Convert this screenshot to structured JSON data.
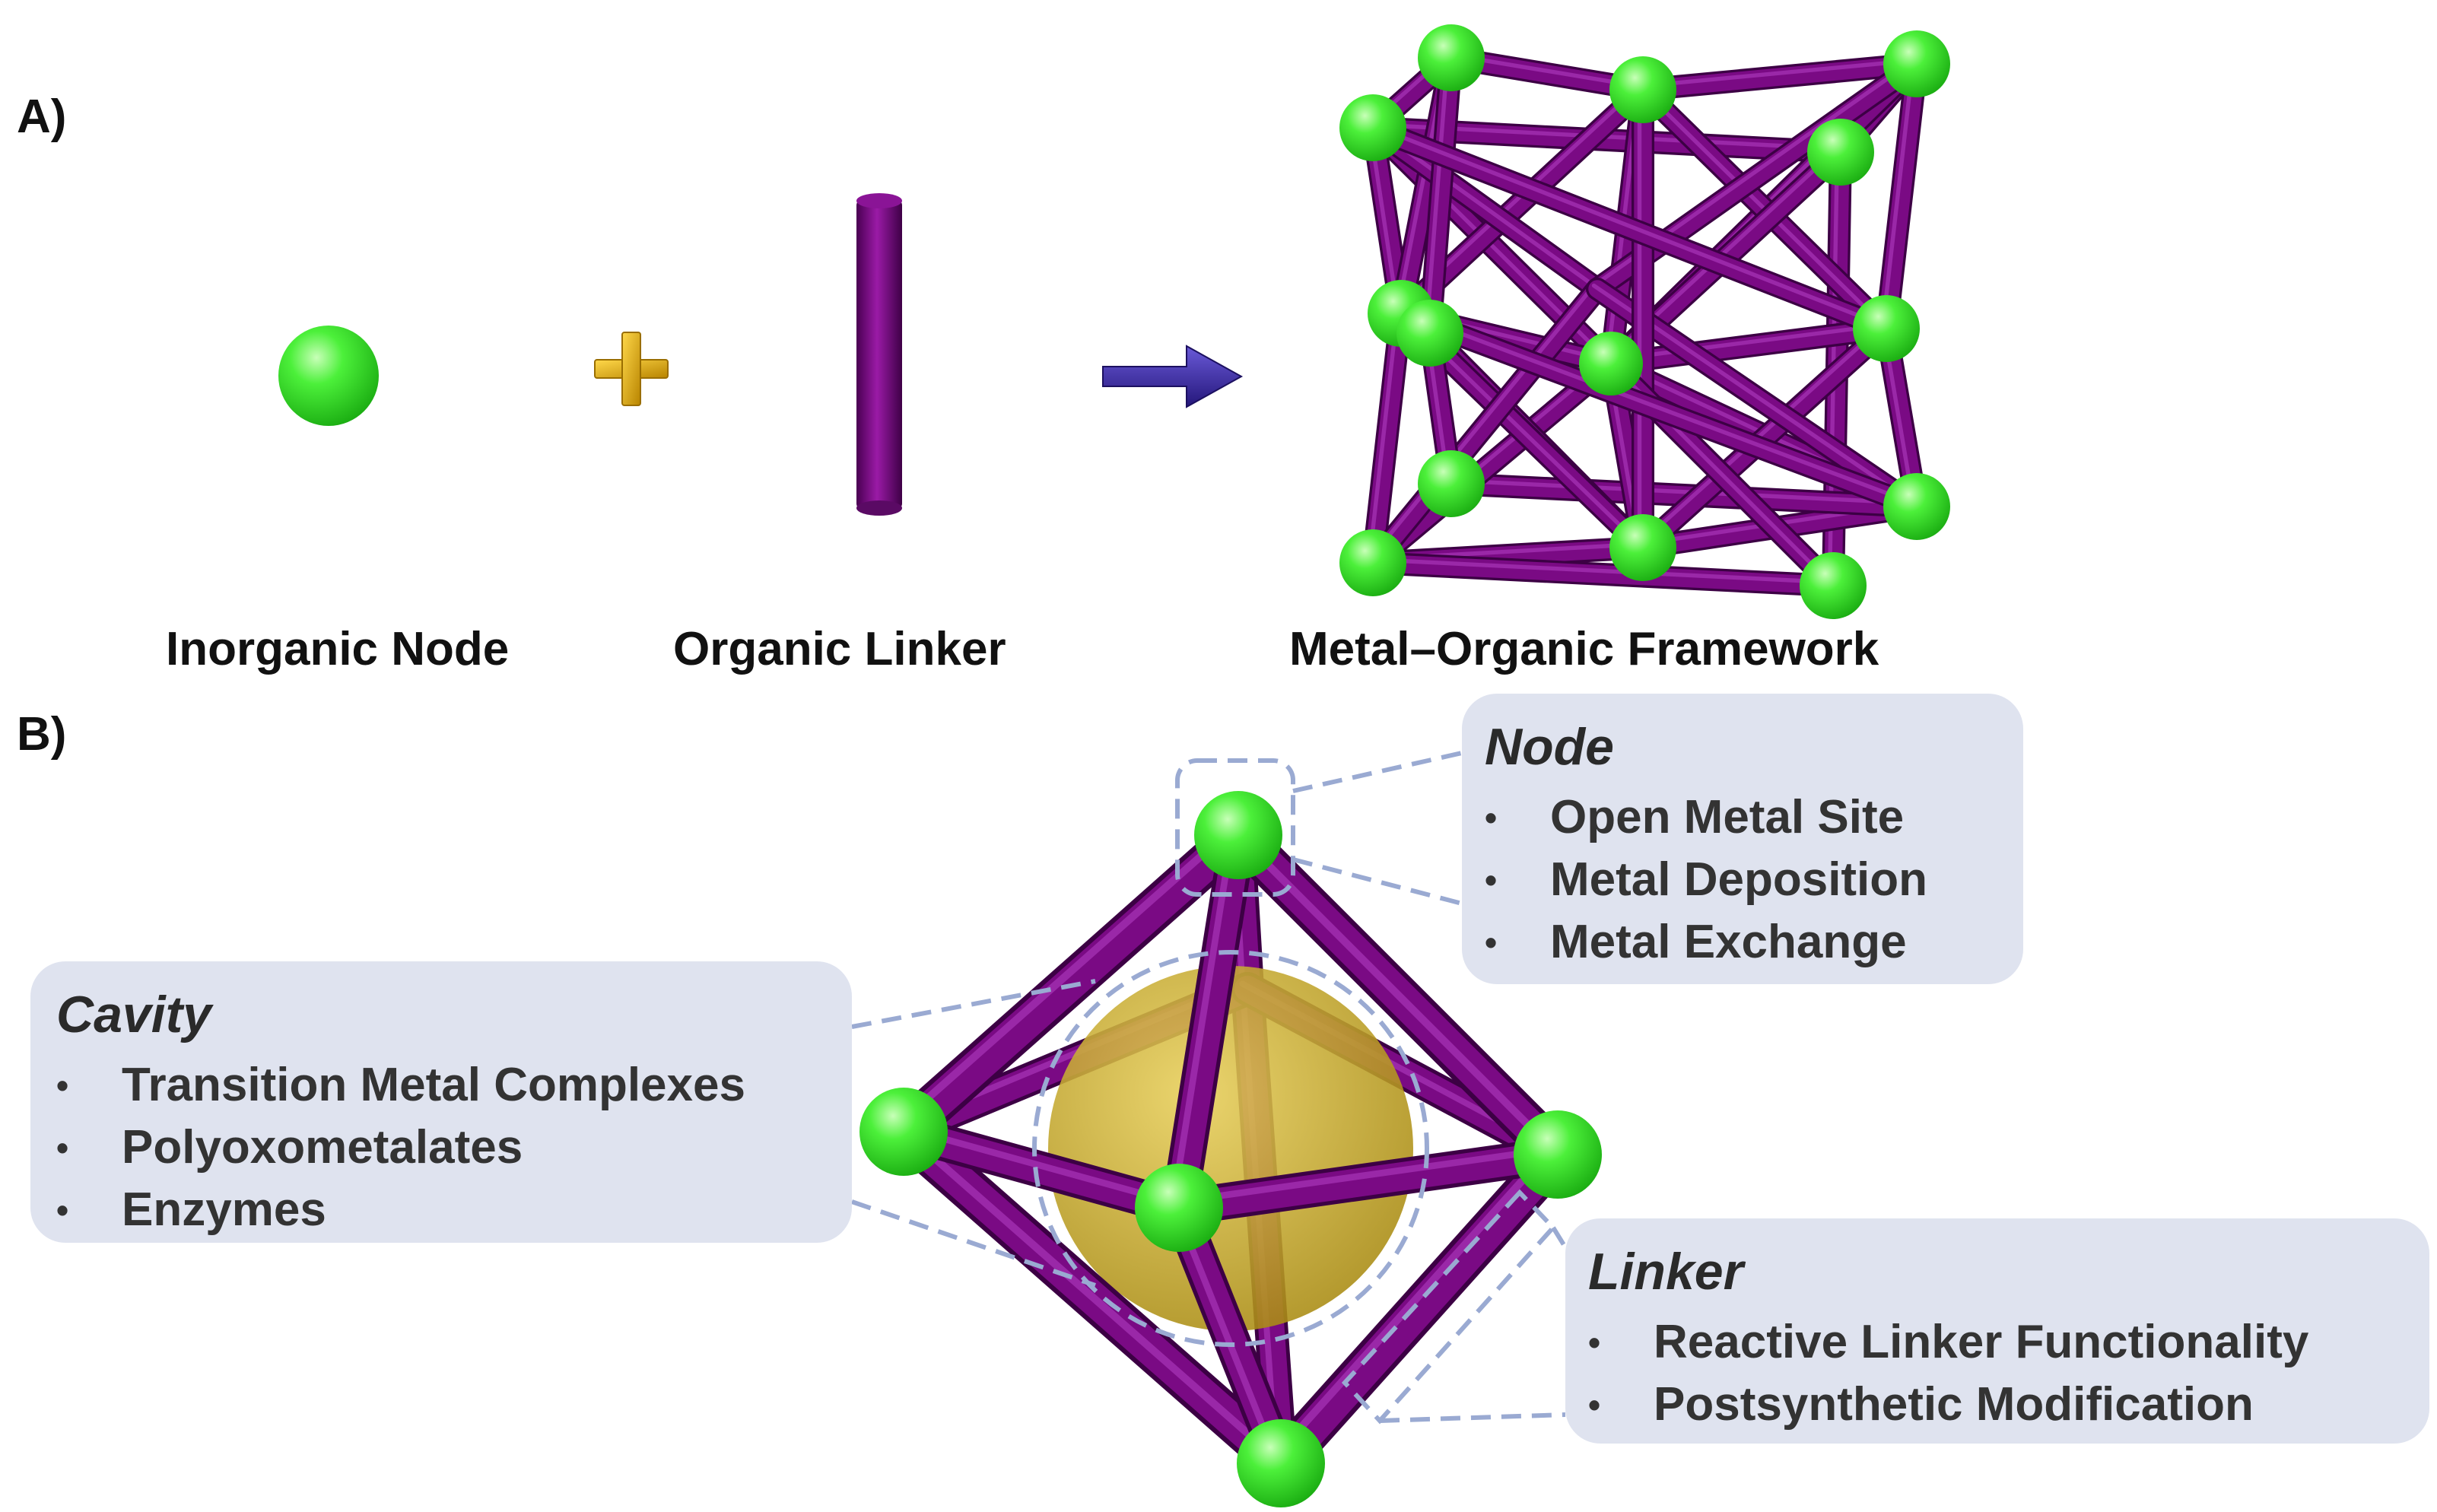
{
  "panel_a": {
    "letter": "A)",
    "labels": {
      "node": "Inorganic Node",
      "linker": "Organic Linker",
      "framework": "Metal–Organic Framework"
    }
  },
  "panel_b": {
    "letter": "B)",
    "node_box": {
      "title": "Node",
      "items": [
        "Open Metal Site",
        "Metal Deposition",
        "Metal Exchange"
      ]
    },
    "cavity_box": {
      "title": "Cavity",
      "items": [
        "Transition Metal Complexes",
        "Polyoxometalates",
        "Enzymes"
      ]
    },
    "linker_box": {
      "title": "Linker",
      "items": [
        "Reactive Linker Functionality",
        "Postsynthetic Modification"
      ]
    }
  },
  "colors": {
    "node": "#33e02e",
    "linker": "#7a0a84",
    "plus": "#e0a800",
    "arrow": "#3a2a9e",
    "cavity": "#c9a820",
    "callout": "#dfe3ef",
    "dash": "#9aaad2"
  }
}
